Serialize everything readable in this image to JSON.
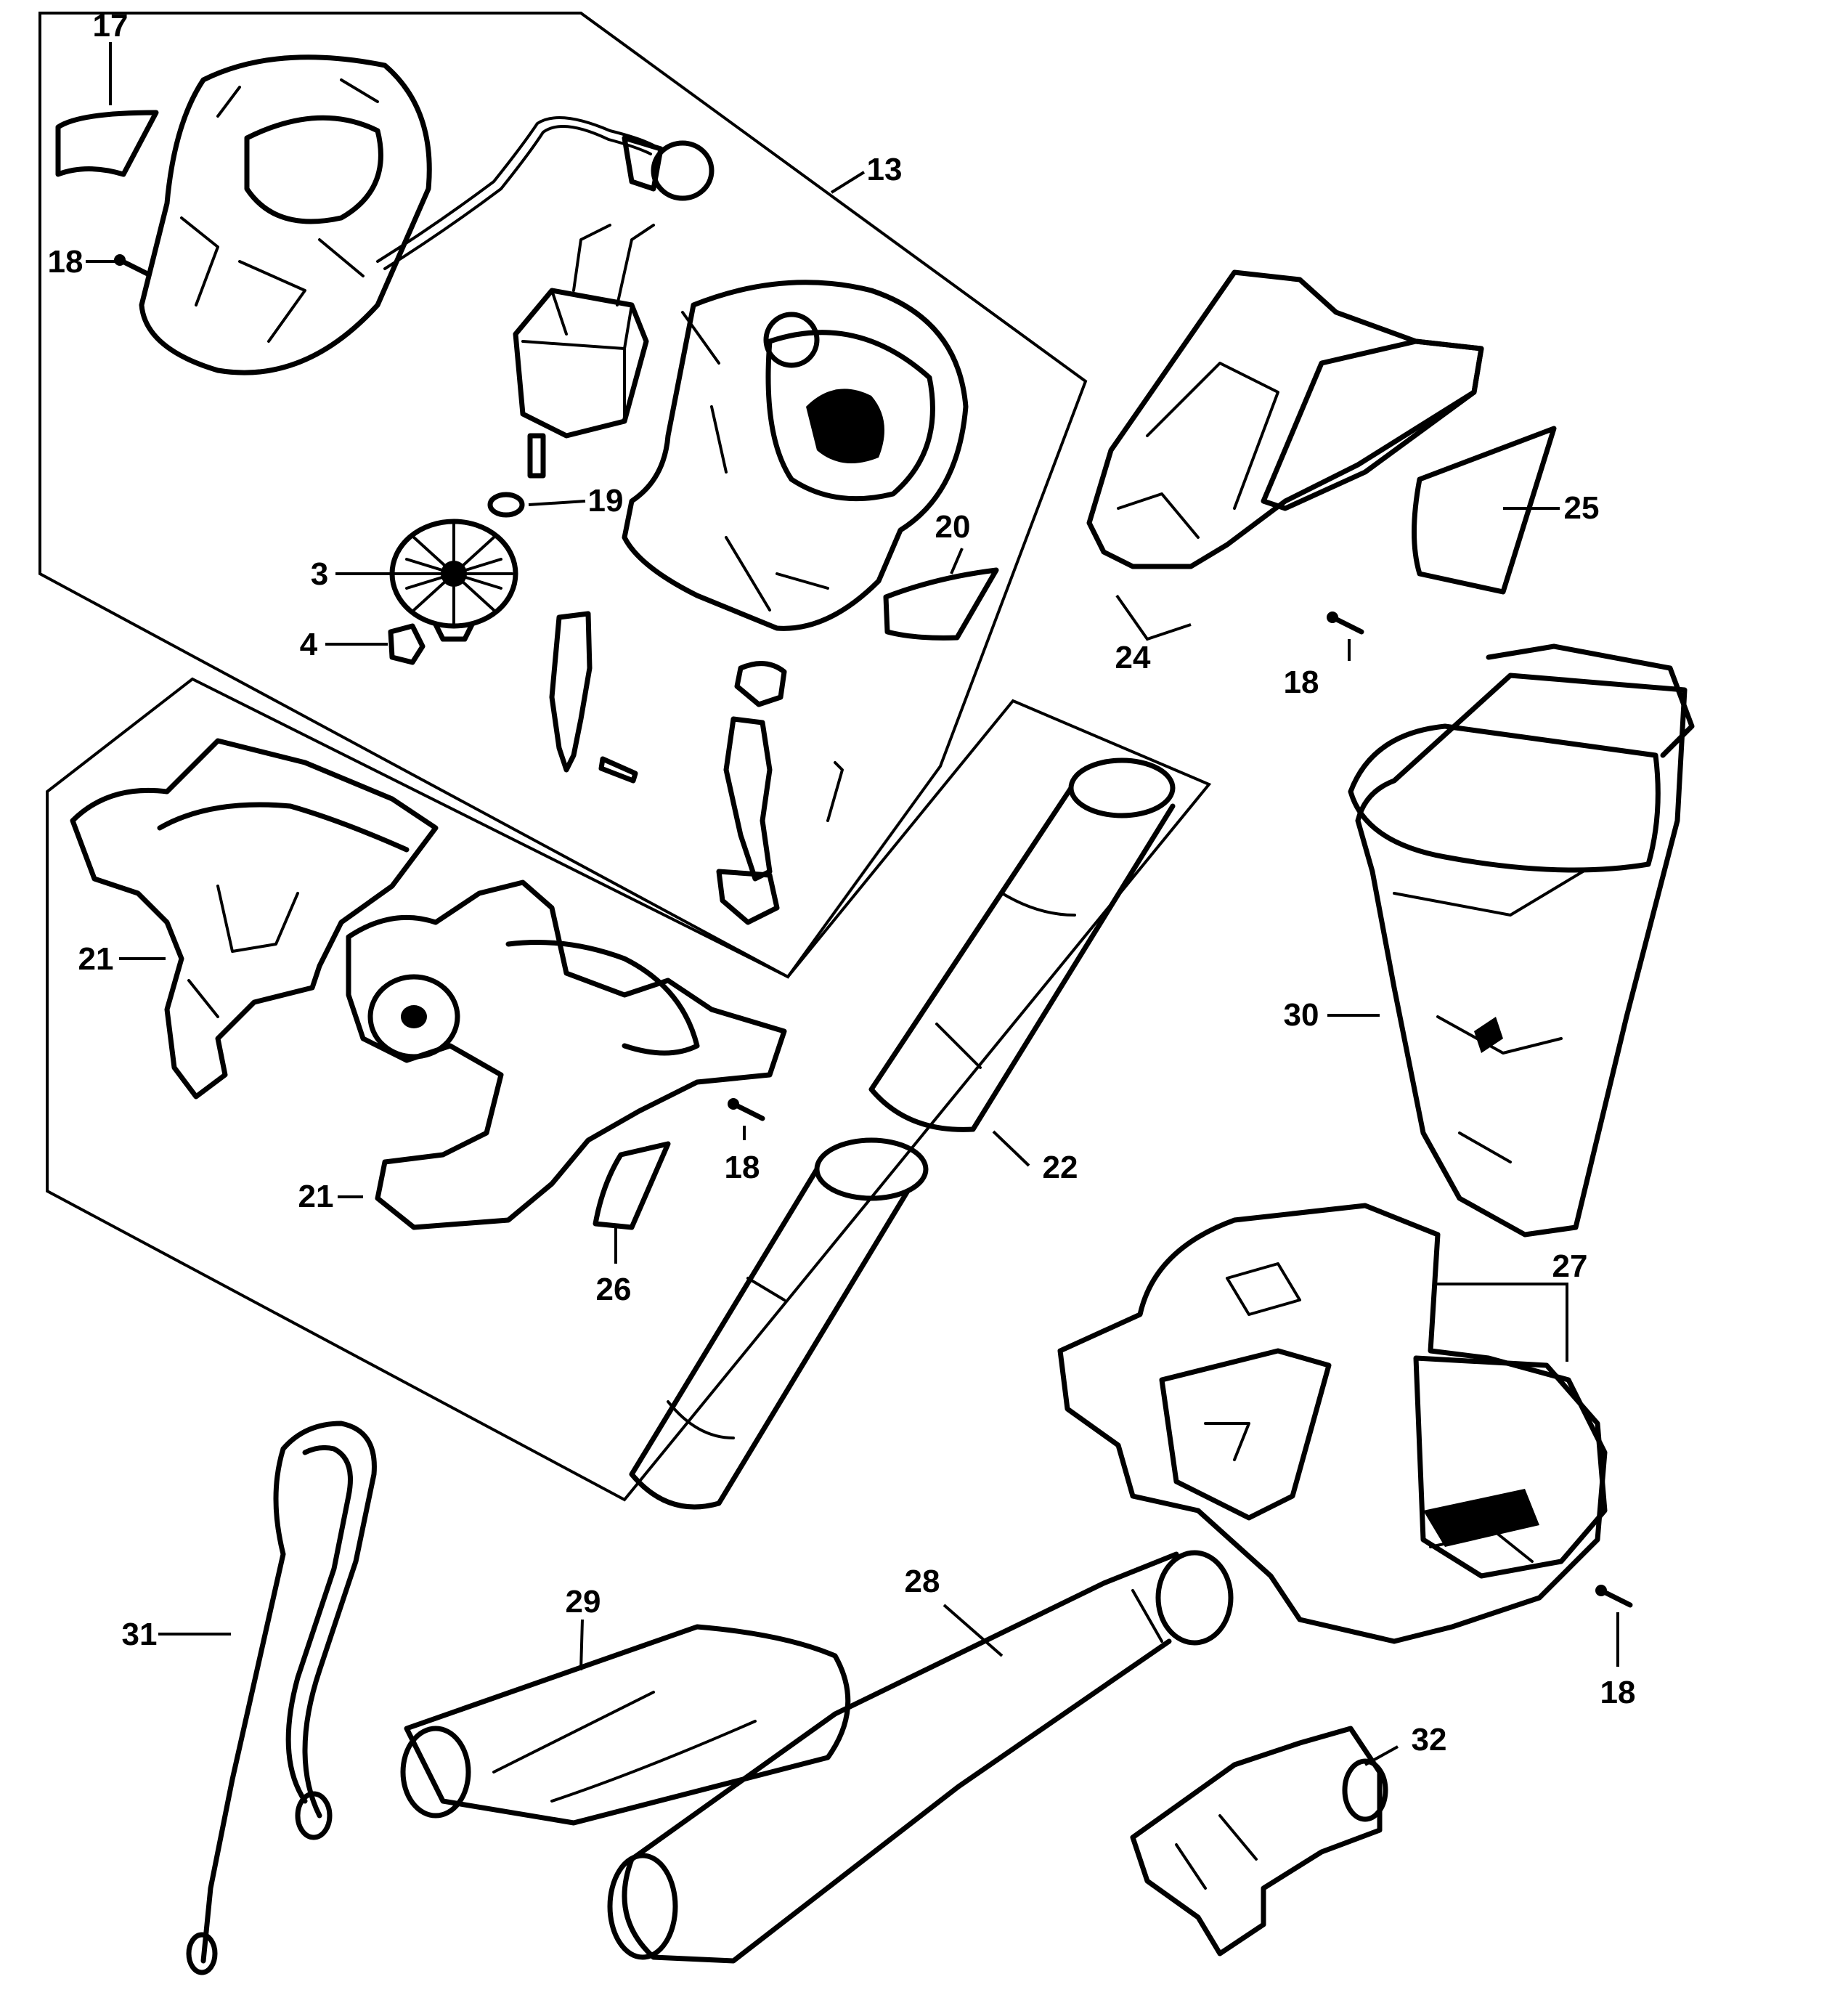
{
  "labels": {
    "p17": "17",
    "p18a": "18",
    "p13": "13",
    "p19": "19",
    "p3": "3",
    "p4": "4",
    "p20": "20",
    "p24": "24",
    "p25": "25",
    "p18b": "18",
    "p21a": "21",
    "p21b": "21",
    "p18c": "18",
    "p26": "26",
    "p22": "22",
    "p30": "30",
    "p27": "27",
    "p31": "31",
    "p29": "29",
    "p28": "28",
    "p18d": "18",
    "p32": "32"
  }
}
